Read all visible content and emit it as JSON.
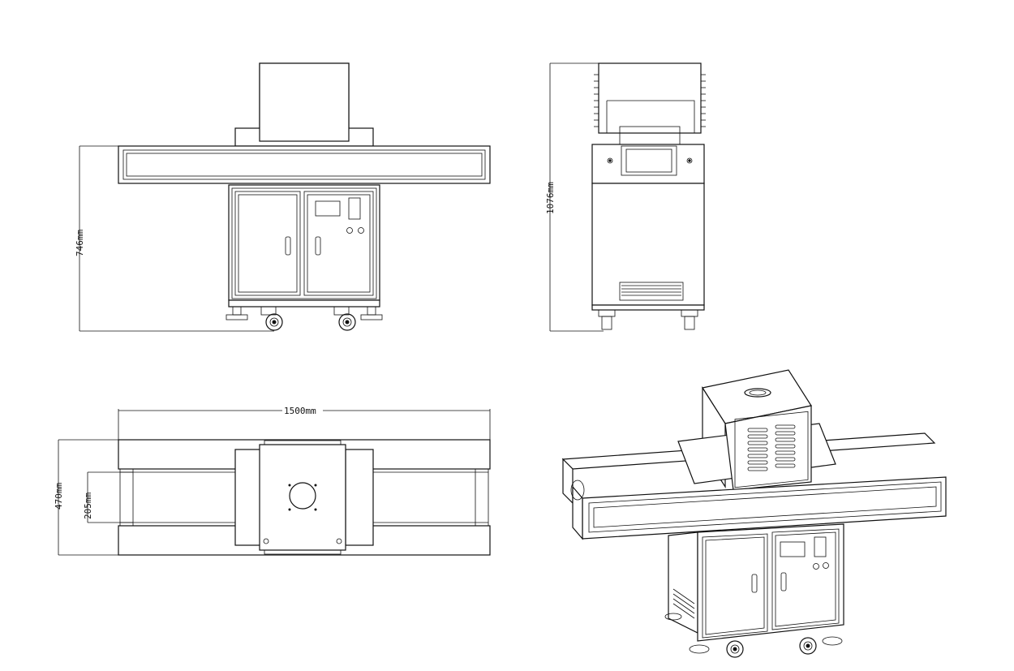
{
  "views": {
    "front": {
      "height_label": "746mm"
    },
    "side": {
      "height_label": "1076mm"
    },
    "top": {
      "width_label": "1500mm",
      "depth_label": "470mm",
      "belt_label": "205mm"
    },
    "iso": {}
  }
}
